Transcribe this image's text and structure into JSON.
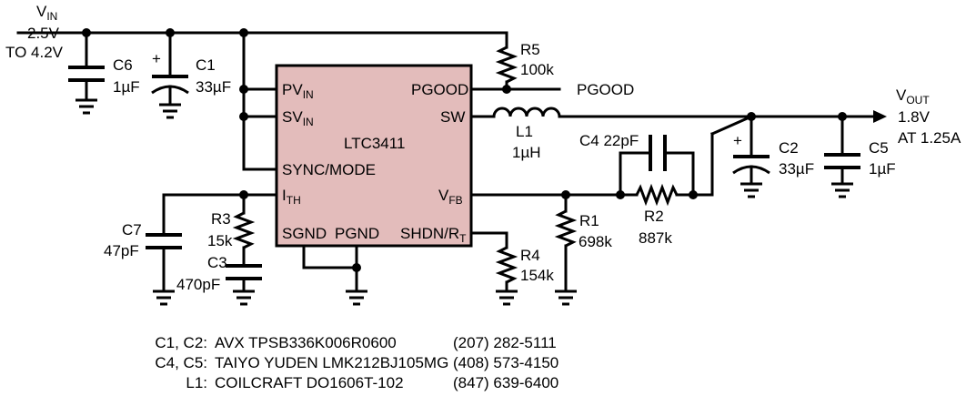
{
  "vin": {
    "label": "V",
    "sub": "IN",
    "range_1": "2.5V",
    "range_2": "TO 4.2V"
  },
  "vout": {
    "label": "V",
    "sub": "OUT",
    "value": "1.8V",
    "current": "AT 1.25A"
  },
  "ic": {
    "name": "LTC3411",
    "fill": "#e3bcbb",
    "pins": {
      "pvin": "PV",
      "pvin_sub": "IN",
      "svin": "SV",
      "svin_sub": "IN",
      "sync": "SYNC/MODE",
      "ith": "I",
      "ith_sub": "TH",
      "sgnd": "SGND",
      "pgnd": "PGND",
      "pgood": "PGOOD",
      "sw": "SW",
      "vfb": "V",
      "vfb_sub": "FB",
      "shdn": "SHDN/R",
      "shdn_sub": "T"
    }
  },
  "components": {
    "c6": {
      "ref": "C6",
      "value": "1µF"
    },
    "c1": {
      "ref": "C1",
      "value": "33µF"
    },
    "r5": {
      "ref": "R5",
      "value": "100k"
    },
    "pgood_out": "PGOOD",
    "l1": {
      "ref": "L1",
      "value": "1µH"
    },
    "c4": {
      "ref": "C4",
      "value": "22pF"
    },
    "c2": {
      "ref": "C2",
      "value": "33µF"
    },
    "c5": {
      "ref": "C5",
      "value": "1µF"
    },
    "r2": {
      "ref": "R2",
      "value": "887k"
    },
    "r1": {
      "ref": "R1",
      "value": "698k"
    },
    "r4": {
      "ref": "R4",
      "value": "154k"
    },
    "r3": {
      "ref": "R3",
      "value": "15k"
    },
    "c3": {
      "ref": "C3",
      "value": "470pF"
    },
    "c7": {
      "ref": "C7",
      "value": "47pF"
    }
  },
  "notes": [
    {
      "refs": "C1, C2:",
      "part": "AVX TPSB336K006R0600",
      "phone": "(207) 282-5111"
    },
    {
      "refs": "C4, C5:",
      "part": "TAIYO YUDEN LMK212BJ105MG",
      "phone": "(408) 573-4150"
    },
    {
      "refs": "L1:",
      "part": "COILCRAFT DO1606T-102",
      "phone": "(847) 639-6400"
    }
  ]
}
